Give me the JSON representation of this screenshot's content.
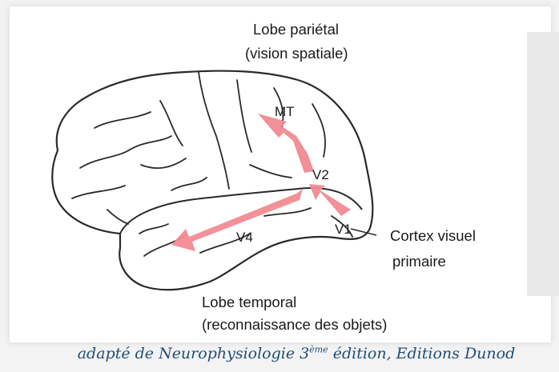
{
  "labels": {
    "parietal_title": "Lobe pariétal",
    "parietal_sub": "(vision spatiale)",
    "temporal_title": "Lobe temporal",
    "temporal_sub": "(reconnaissance des objets)",
    "cortex_line1": "Cortex visuel",
    "cortex_line2": "primaire",
    "mt": "MT",
    "v2": "V2",
    "v1": "V1",
    "v4": "V4"
  },
  "caption": {
    "before": "adapté de Neurophysiologie 3",
    "sup": "ème",
    "after": " édition, Editions Dunod"
  },
  "colors": {
    "arrow": "#f28a92",
    "outline": "#2a2a2a",
    "caption": "#1f4e79"
  }
}
